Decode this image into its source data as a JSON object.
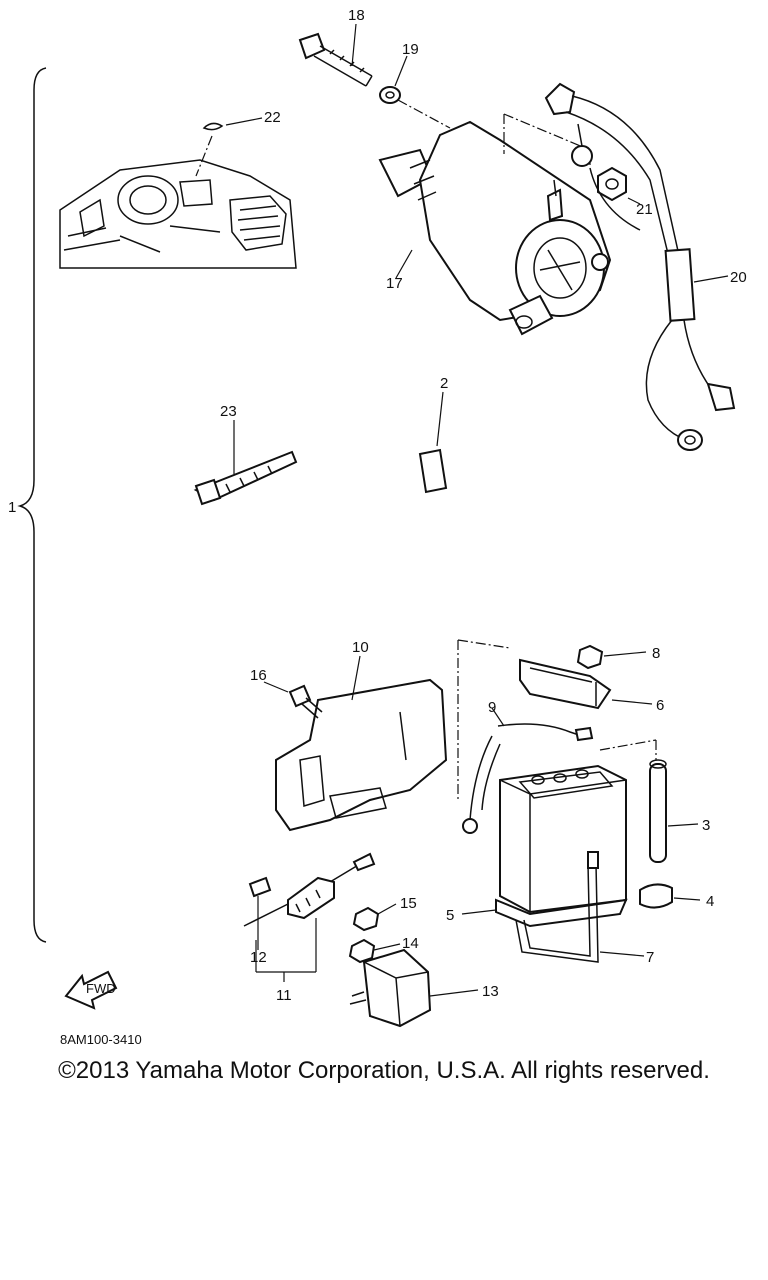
{
  "diagram": {
    "callouts": [
      "1",
      "2",
      "3",
      "4",
      "5",
      "6",
      "7",
      "8",
      "9",
      "10",
      "11",
      "12",
      "13",
      "14",
      "15",
      "16",
      "17",
      "18",
      "19",
      "20",
      "21",
      "22",
      "23"
    ],
    "fwd_label": "FWD",
    "reference_code": "8AM100-3410"
  },
  "footer": {
    "copyright": "©2013 Yamaha Motor Corporation, U.S.A. All rights reserved."
  }
}
